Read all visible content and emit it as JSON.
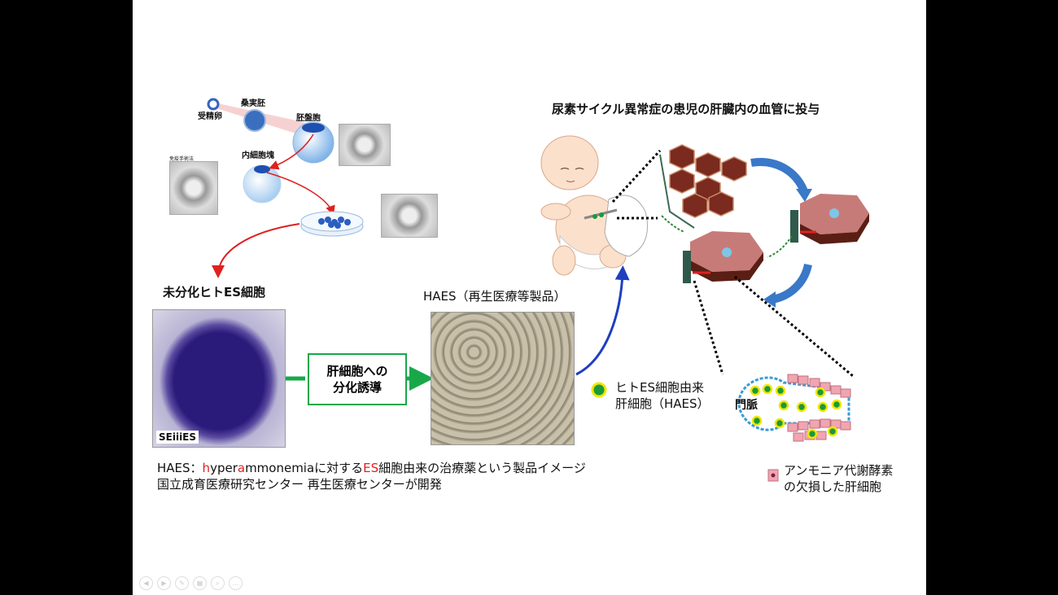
{
  "labels": {
    "fertilized_egg": "受精卵",
    "morula": "桑実胚",
    "blastocyst": "胚盤胞",
    "inner_cell_mass": "内細胞塊",
    "immunosurgery": "免疫手術法",
    "undiff_es": "未分化ヒトES細胞",
    "haes_title": "HAES（再生医療等製品）",
    "diff_line1": "肝細胞への",
    "diff_line2": "分化誘導",
    "top_title": "尿素サイクル異常症の患児の肝臓内の血管に投与",
    "legend_es_line1": "ヒトES細胞由来",
    "legend_es_line2": "肝細胞（HAES）",
    "portal_vein": "門脈",
    "legend_def_line1": "アンモニア代謝酵素",
    "legend_def_line2": "の欠損した肝細胞",
    "logo": "SEiiiES"
  },
  "caption": {
    "line1_a": "HAES：",
    "line1_h": "h",
    "line1_b": "yper",
    "line1_a2": "a",
    "line1_c": "mmonemiaに対する",
    "line1_es": "ES",
    "line1_d": "細胞由来の治療薬という製品イメージ",
    "line2": "国立成育医療研究センター 再生医療センターが開発"
  },
  "colors": {
    "arrow_green": "#18a84a",
    "arrow_red": "#e02020",
    "arrow_blue": "#1f3fbf",
    "hex_brown": "#7a2a1e",
    "cell_green": "#1a9a3a"
  }
}
